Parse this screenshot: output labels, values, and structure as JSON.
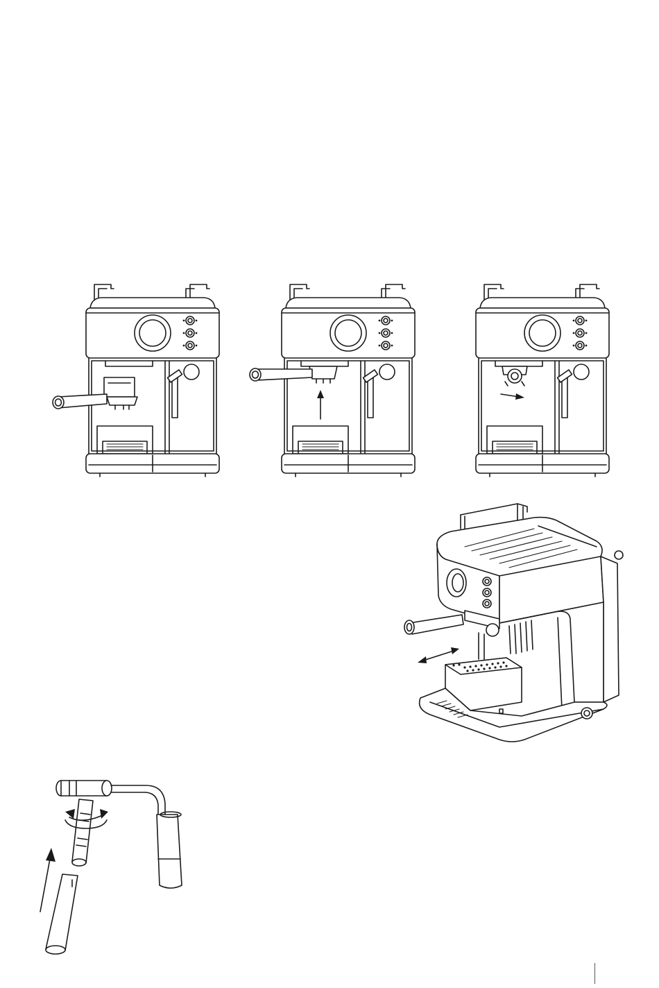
{
  "figures": [
    {
      "id": "step-1",
      "icon": "espresso-machine-front-icon",
      "action": "insert-portafilter"
    },
    {
      "id": "step-2",
      "icon": "espresso-machine-front-icon",
      "action": "raise-portafilter-arrow-up"
    },
    {
      "id": "step-3",
      "icon": "espresso-machine-front-icon",
      "action": "rotate-portafilter-arrow-right"
    },
    {
      "id": "isometric",
      "icon": "espresso-machine-isometric-icon",
      "action": "slide-drip-tray"
    },
    {
      "id": "steam-wand",
      "icon": "steam-wand-icon",
      "action": "attach-sleeve-arrow-up"
    }
  ],
  "colors": {
    "line": "#1a1a1a",
    "background": "#ffffff"
  }
}
